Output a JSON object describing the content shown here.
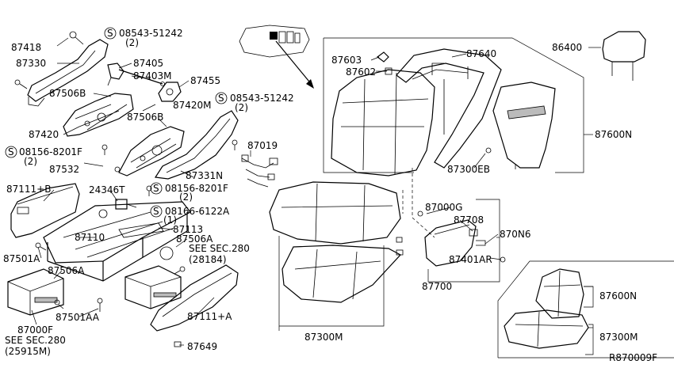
{
  "diagram": {
    "reference_code": "R870009F",
    "labels": {
      "p87418": "87418",
      "p87330": "87330",
      "p87405": "87405",
      "p87403m": "87403M",
      "p87455": "87455",
      "p87506b_a": "87506B",
      "p87506b_b": "87506B",
      "p87420m": "87420M",
      "p87420": "87420",
      "p87532": "87532",
      "p87331n": "87331N",
      "p87019": "87019",
      "p87111b": "87111+B",
      "p24346t": "24346T",
      "p87110": "87110",
      "p87113": "87113",
      "p87506a_a": "87506A",
      "p87506a_b": "87506A",
      "p87501a": "87501A",
      "p87501aa": "87501AA",
      "p87000f": "87000F",
      "p87111a": "87111+A",
      "p87649": "87649",
      "p87603": "87603",
      "p87602": "87602",
      "p87640": "87640",
      "p86400": "86400",
      "p87600n_a": "87600N",
      "p87600n_b": "87600N",
      "p87300eb": "87300EB",
      "p87000g": "87000G",
      "p87708": "87708",
      "p870n6": "870N6",
      "p87401ar": "87401AR",
      "p87700": "87700",
      "p87300m_a": "87300M",
      "p87300m_b": "87300M"
    },
    "bolts": {
      "b1": {
        "code": "08543-51242",
        "qty": "(2)"
      },
      "b2": {
        "code": "08543-51242",
        "qty": "(2)"
      },
      "b3": {
        "code": "08156-8201F",
        "qty": "(2)"
      },
      "b4": {
        "code": "08156-8201F",
        "qty": "(2)"
      },
      "b5": {
        "code": "08166-6122A",
        "qty": "(1)"
      }
    },
    "bolt_symbol": "S",
    "see_sections": {
      "sec1": {
        "line1": "SEE SEC.280",
        "line2": "(28184)"
      },
      "sec2": {
        "line1": "SEE SEC.280",
        "line2": "(25915M)"
      }
    }
  }
}
